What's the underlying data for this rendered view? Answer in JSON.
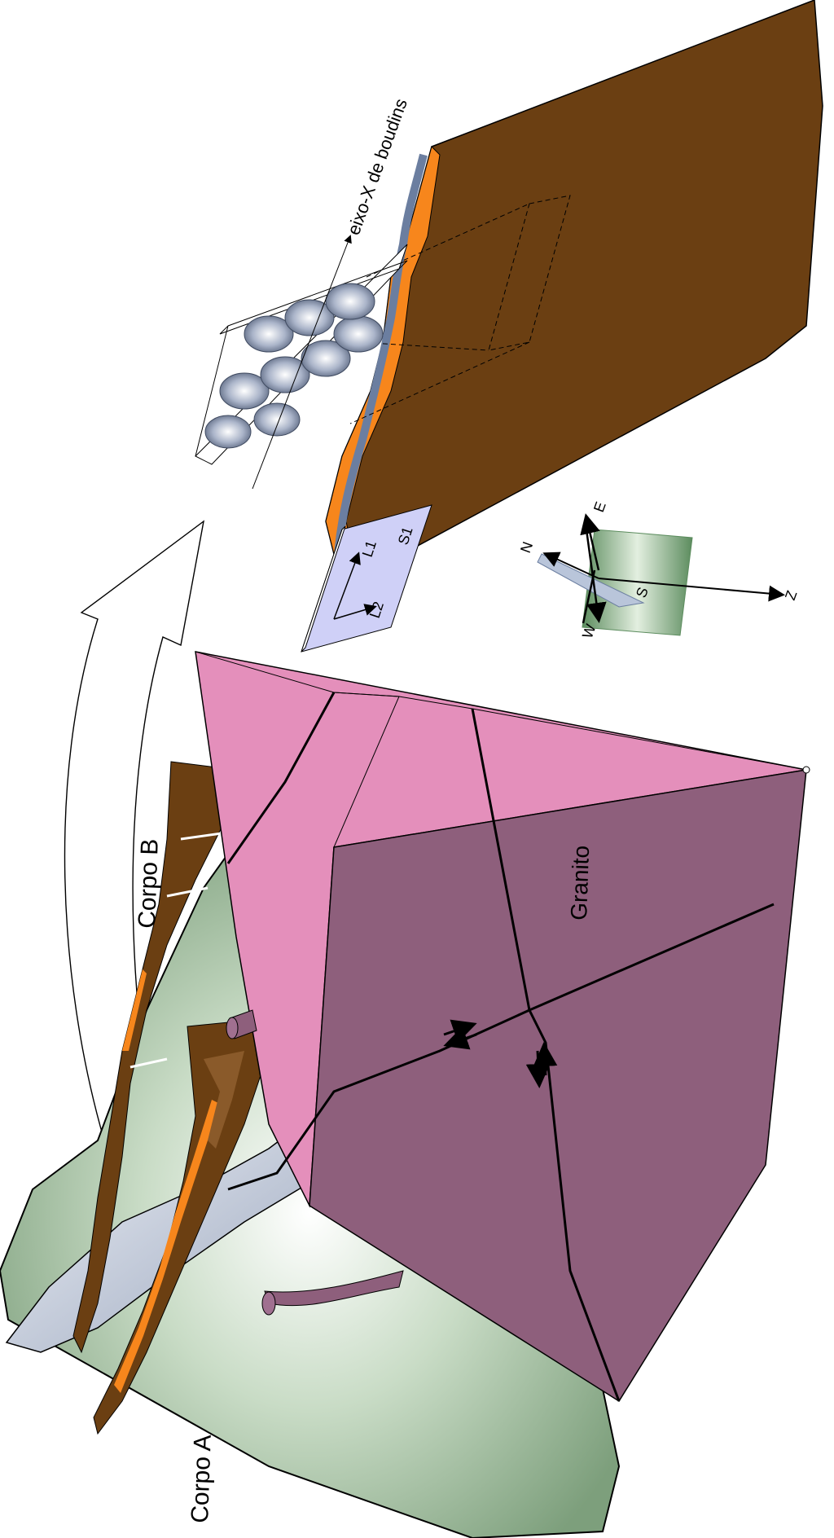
{
  "labels": {
    "boudin_axis": "eixo-X de boudins",
    "s1": "S1",
    "l1": "L1",
    "l2": "L2",
    "granite": "Granito",
    "body_b": "Corpo B",
    "body_a": "Corpo A"
  },
  "compass": {
    "north": "N",
    "south": "S",
    "east": "E",
    "west": "W",
    "z": "Z"
  },
  "colors": {
    "host_rock": "#6b3f12",
    "vein_orange": "#f7861c",
    "boudin_blue": "#a8b4cc",
    "granite_pink": "#e48fbb",
    "granite_mauve": "#8e5f7c",
    "ground_green": "#9fbf9a",
    "fault_plane": "#c8d2e4",
    "foliation_plane": "#cfd0f7"
  }
}
